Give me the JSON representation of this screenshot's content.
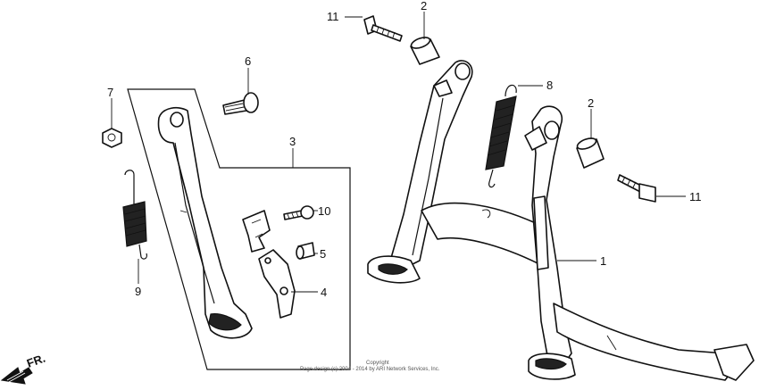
{
  "callouts": {
    "c1": "1",
    "c2a": "2",
    "c2b": "2",
    "c3": "3",
    "c4": "4",
    "c5": "5",
    "c6": "6",
    "c7": "7",
    "c8": "8",
    "c9": "9",
    "c10": "10",
    "c11a": "11",
    "c11b": "11"
  },
  "direction_label": "FR.",
  "copyright": {
    "line1": "Copyright",
    "line2": "Page design (c) 2004 - 2014 by ARI Network Services, Inc."
  }
}
